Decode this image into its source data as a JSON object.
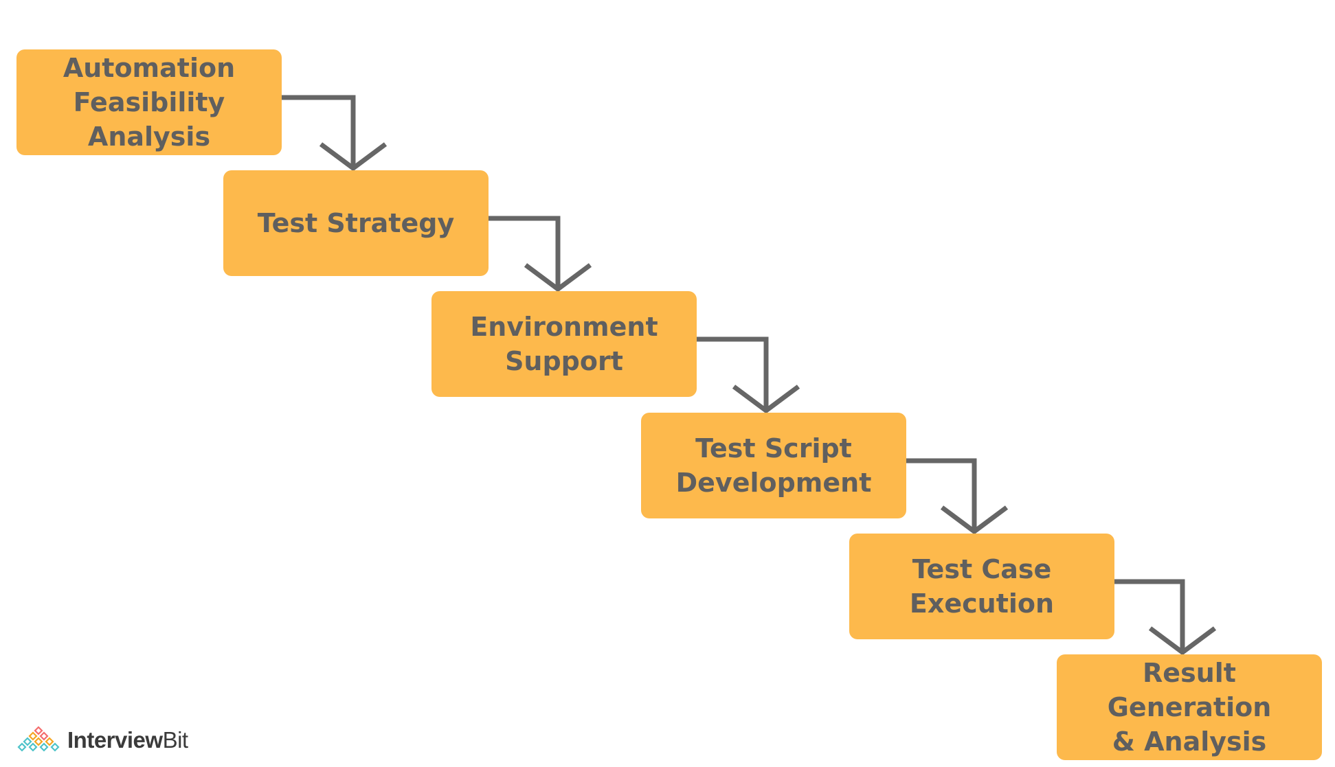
{
  "steps": [
    {
      "label": "Automation\nFeasibility Analysis"
    },
    {
      "label": "Test Strategy"
    },
    {
      "label": "Environment\nSupport"
    },
    {
      "label": "Test Script\nDevelopment"
    },
    {
      "label": "Test Case\nExecution"
    },
    {
      "label": "Result Generation\n& Analysis"
    }
  ],
  "logo": {
    "brand_bold": "Interview",
    "brand_light": "Bit"
  },
  "colors": {
    "step_fill": "#fdb94c",
    "step_text": "#5f5f5f",
    "connector": "#666666"
  }
}
